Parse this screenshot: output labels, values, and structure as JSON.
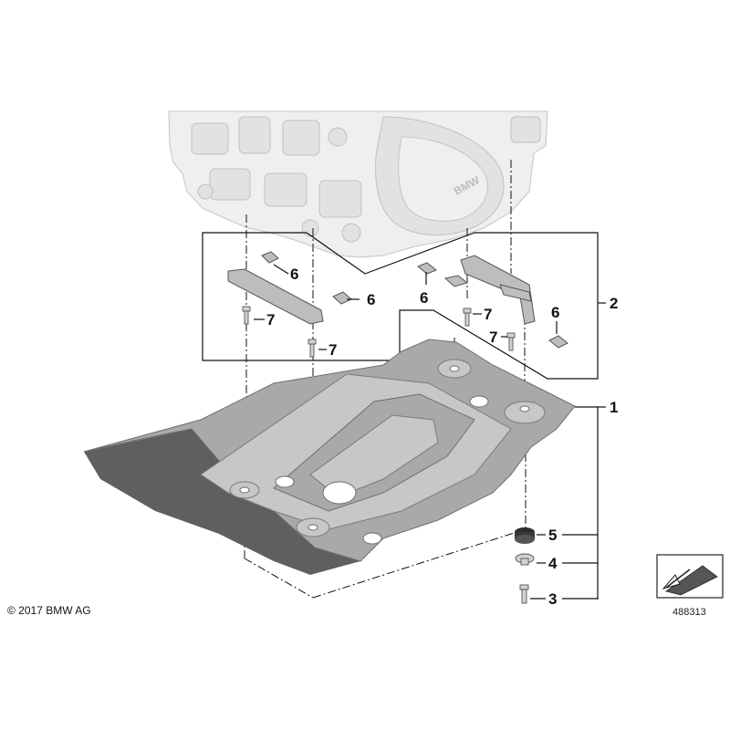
{
  "callouts": {
    "c1": "1",
    "c2": "2",
    "c3": "3",
    "c4": "4",
    "c5": "5",
    "c6a": "6",
    "c6b": "6",
    "c6c": "6",
    "c6d": "6",
    "c7a": "7",
    "c7b": "7",
    "c7c": "7",
    "c7d": "7"
  },
  "copyright": "© 2017 BMW AG",
  "diagram_id": "488313",
  "engine_badge": "BMW",
  "icons": [
    "engine-block-illustration",
    "skid-plate-illustration",
    "bracket-kit-illustration",
    "bolt-icon",
    "washer-icon",
    "rubber-mount-icon",
    "clip-nut-icon",
    "view-direction-icon"
  ]
}
